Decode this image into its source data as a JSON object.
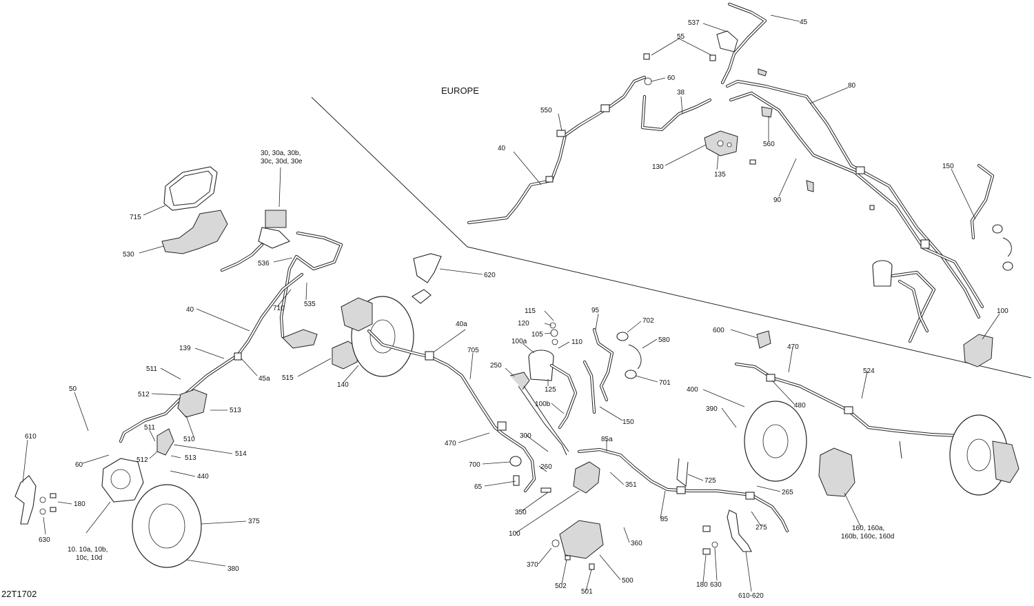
{
  "diagram": {
    "code": "22T1702",
    "region": "EUROPE",
    "labels": [
      "45",
      "537",
      "55",
      "60",
      "38",
      "80",
      "550",
      "40",
      "560",
      "130",
      "135",
      "90",
      "150",
      "100",
      "30, 30a, 30b,",
      "30c, 30d, 30e",
      "715",
      "530",
      "536",
      "535",
      "710",
      "620",
      "40",
      "139",
      "45a",
      "515",
      "140",
      "511",
      "512",
      "513",
      "510",
      "50",
      "610",
      "60",
      "511",
      "512",
      "513",
      "514",
      "440",
      "180",
      "630",
      "10. 10a, 10b,",
      "10c, 10d",
      "375",
      "380",
      "115",
      "120",
      "105",
      "110",
      "100a",
      "95",
      "702",
      "580",
      "701",
      "125",
      "250",
      "100b",
      "150",
      "40a",
      "705",
      "470",
      "300",
      "700",
      "65",
      "260",
      "350",
      "100",
      "85a",
      "351",
      "725",
      "85",
      "360",
      "370",
      "502",
      "501",
      "500",
      "600",
      "470",
      "480",
      "524",
      "400",
      "390",
      "265",
      "275",
      "160, 160a,",
      "160b, 160c, 160d",
      "180",
      "630",
      "610-620"
    ]
  }
}
